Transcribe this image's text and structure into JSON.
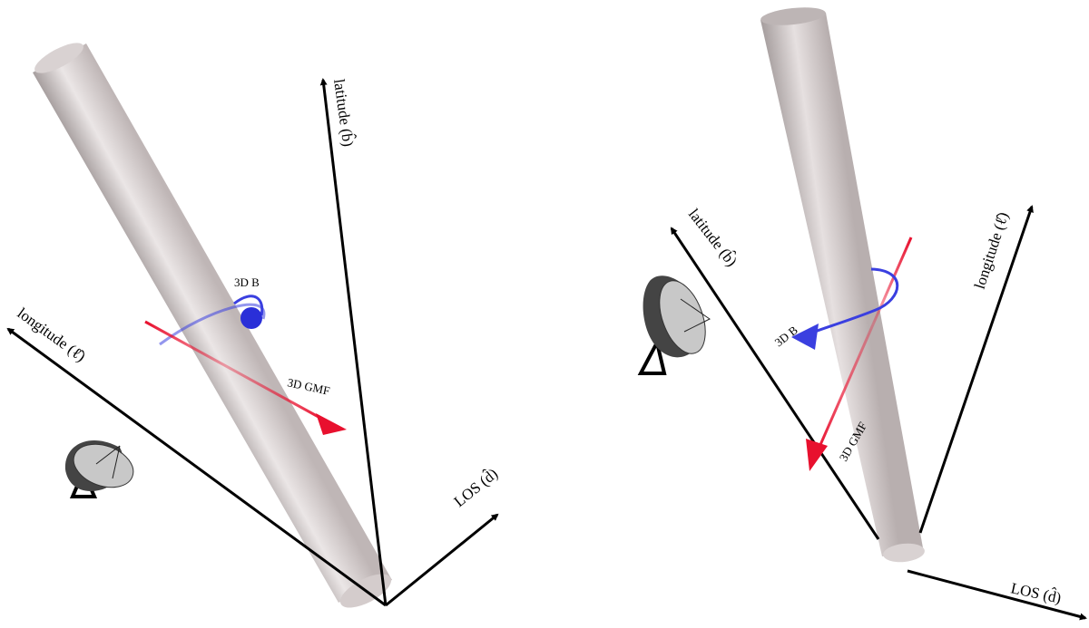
{
  "panels": [
    {
      "id": "left",
      "axes": {
        "latitude_label": "latitude (b̂)",
        "longitude_label": "longitude (ℓ̂)",
        "los_label": "LOS (d̂)"
      },
      "vectors": {
        "b_label": "3D B",
        "gmf_label": "3D GMF"
      },
      "icons": [
        "telescope-dish-icon"
      ]
    },
    {
      "id": "right",
      "axes": {
        "latitude_label": "latitude (b̂)",
        "longitude_label": "longitude (ℓ̂)",
        "los_label": "LOS (d̂)"
      },
      "vectors": {
        "b_label": "3D B",
        "gmf_label": "3D GMF"
      },
      "icons": [
        "telescope-dish-icon"
      ]
    }
  ],
  "colors": {
    "axis": "#000000",
    "cylinder_light": "#e7e1e1",
    "cylinder_mid": "#cbc3c3",
    "cylinder_dark": "#a69e9e",
    "b_field": "#3a3fe0",
    "gmf": "#e8102e",
    "dish_dark": "#444444",
    "dish_light": "#c8c8c8"
  }
}
